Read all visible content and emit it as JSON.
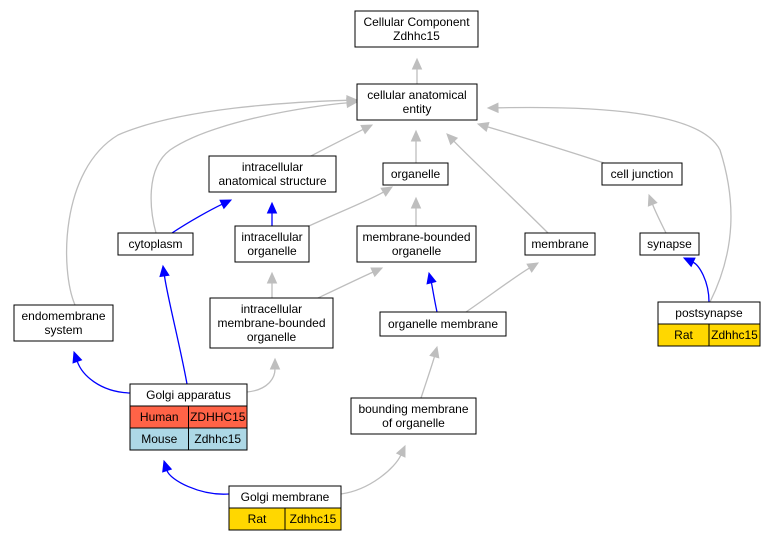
{
  "diagram": {
    "nodes": [
      {
        "id": "cellular-component",
        "lines": [
          "Cellular Component",
          "Zdhhc15"
        ]
      },
      {
        "id": "cellular-anatomical-entity",
        "lines": [
          "cellular anatomical",
          "entity"
        ]
      },
      {
        "id": "intracellular-anatomical-structure",
        "lines": [
          "intracellular",
          "anatomical structure"
        ]
      },
      {
        "id": "organelle",
        "lines": [
          "organelle"
        ]
      },
      {
        "id": "cell-junction",
        "lines": [
          "cell junction"
        ]
      },
      {
        "id": "cytoplasm",
        "lines": [
          "cytoplasm"
        ]
      },
      {
        "id": "intracellular-organelle",
        "lines": [
          "intracellular",
          "organelle"
        ]
      },
      {
        "id": "membrane-bounded-organelle",
        "lines": [
          "membrane-bounded",
          "organelle"
        ]
      },
      {
        "id": "membrane",
        "lines": [
          "membrane"
        ]
      },
      {
        "id": "synapse",
        "lines": [
          "synapse"
        ]
      },
      {
        "id": "endomembrane-system",
        "lines": [
          "endomembrane",
          "system"
        ]
      },
      {
        "id": "intracellular-membrane-bounded-organelle",
        "lines": [
          "intracellular",
          "membrane-bounded",
          "organelle"
        ]
      },
      {
        "id": "organelle-membrane",
        "lines": [
          "organelle membrane"
        ]
      },
      {
        "id": "postsynapse",
        "lines": [
          "postsynapse"
        ],
        "annotations": [
          {
            "species": "Rat",
            "gene": "Zdhhc15",
            "color": "#FFD700"
          }
        ]
      },
      {
        "id": "golgi-apparatus",
        "lines": [
          "Golgi apparatus"
        ],
        "annotations": [
          {
            "species": "Human",
            "gene": "ZDHHC15",
            "color": "#FF6347"
          },
          {
            "species": "Mouse",
            "gene": "Zdhhc15",
            "color": "#ADD8E6"
          }
        ]
      },
      {
        "id": "bounding-membrane-of-organelle",
        "lines": [
          "bounding membrane",
          "of organelle"
        ]
      },
      {
        "id": "golgi-membrane",
        "lines": [
          "Golgi membrane"
        ],
        "annotations": [
          {
            "species": "Rat",
            "gene": "Zdhhc15",
            "color": "#FFD700"
          }
        ]
      }
    ],
    "edges": [
      {
        "from": "cellular-anatomical-entity",
        "to": "cellular-component",
        "color": "#BEBEBE"
      },
      {
        "from": "intracellular-anatomical-structure",
        "to": "cellular-anatomical-entity",
        "color": "#BEBEBE"
      },
      {
        "from": "organelle",
        "to": "cellular-anatomical-entity",
        "color": "#BEBEBE"
      },
      {
        "from": "cell-junction",
        "to": "cellular-anatomical-entity",
        "color": "#BEBEBE"
      },
      {
        "from": "cytoplasm",
        "to": "cellular-anatomical-entity",
        "color": "#BEBEBE"
      },
      {
        "from": "endomembrane-system",
        "to": "cellular-anatomical-entity",
        "color": "#BEBEBE"
      },
      {
        "from": "membrane",
        "to": "cellular-anatomical-entity",
        "color": "#BEBEBE"
      },
      {
        "from": "postsynapse",
        "to": "cellular-anatomical-entity",
        "color": "#BEBEBE"
      },
      {
        "from": "cytoplasm",
        "to": "intracellular-anatomical-structure",
        "color": "#0000FF"
      },
      {
        "from": "intracellular-organelle",
        "to": "intracellular-anatomical-structure",
        "color": "#0000FF"
      },
      {
        "from": "intracellular-organelle",
        "to": "organelle",
        "color": "#BEBEBE"
      },
      {
        "from": "membrane-bounded-organelle",
        "to": "organelle",
        "color": "#BEBEBE"
      },
      {
        "from": "synapse",
        "to": "cell-junction",
        "color": "#BEBEBE"
      },
      {
        "from": "postsynapse",
        "to": "synapse",
        "color": "#0000FF"
      },
      {
        "from": "intracellular-membrane-bounded-organelle",
        "to": "intracellular-organelle",
        "color": "#BEBEBE"
      },
      {
        "from": "intracellular-membrane-bounded-organelle",
        "to": "membrane-bounded-organelle",
        "color": "#BEBEBE"
      },
      {
        "from": "organelle-membrane",
        "to": "membrane-bounded-organelle",
        "color": "#0000FF"
      },
      {
        "from": "organelle-membrane",
        "to": "membrane",
        "color": "#BEBEBE"
      },
      {
        "from": "golgi-apparatus",
        "to": "endomembrane-system",
        "color": "#0000FF"
      },
      {
        "from": "golgi-apparatus",
        "to": "cytoplasm",
        "color": "#0000FF"
      },
      {
        "from": "golgi-apparatus",
        "to": "intracellular-membrane-bounded-organelle",
        "color": "#BEBEBE"
      },
      {
        "from": "bounding-membrane-of-organelle",
        "to": "organelle-membrane",
        "color": "#BEBEBE"
      },
      {
        "from": "golgi-membrane",
        "to": "golgi-apparatus",
        "color": "#0000FF"
      },
      {
        "from": "golgi-membrane",
        "to": "bounding-membrane-of-organelle",
        "color": "#BEBEBE"
      }
    ]
  }
}
